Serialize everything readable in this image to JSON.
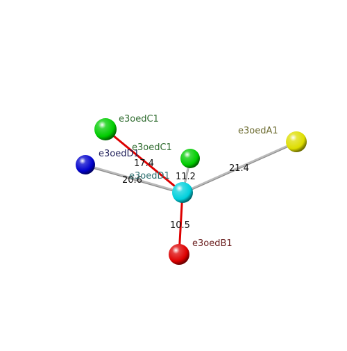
{
  "nodes": [
    {
      "id": "n_green_top",
      "label": "e3oedC1",
      "color": "#00cc00",
      "label_color": "#2e6b2e"
    },
    {
      "id": "n_blue",
      "label": "e3oedD1",
      "color": "#0000cc",
      "label_color": "#20205a"
    },
    {
      "id": "n_green_small",
      "label": "e3oedC1",
      "color": "#00cc00",
      "label_color": "#2e6b2e"
    },
    {
      "id": "n_cyan",
      "label": "e3oedD1",
      "color": "#00d0dc",
      "label_color": "#2e7070"
    },
    {
      "id": "n_yellow",
      "label": "e3oedA1",
      "color": "#dddd00",
      "label_color": "#6b6a2e"
    },
    {
      "id": "n_red",
      "label": "e3oedB1",
      "color": "#dd0000",
      "label_color": "#6b2020"
    }
  ],
  "edges": [
    {
      "from": "n_cyan",
      "to": "n_green_top",
      "label": "17.4",
      "color": "#dd0000"
    },
    {
      "from": "n_cyan",
      "to": "n_blue",
      "label": "20.6",
      "color": "#bbbbbb"
    },
    {
      "from": "n_cyan",
      "to": "n_green_small",
      "label": "11.2",
      "color": "#bbbbbb"
    },
    {
      "from": "n_cyan",
      "to": "n_yellow",
      "label": "21.4",
      "color": "#bbbbbb"
    },
    {
      "from": "n_cyan",
      "to": "n_red",
      "label": "10.5",
      "color": "#dd0000"
    }
  ]
}
